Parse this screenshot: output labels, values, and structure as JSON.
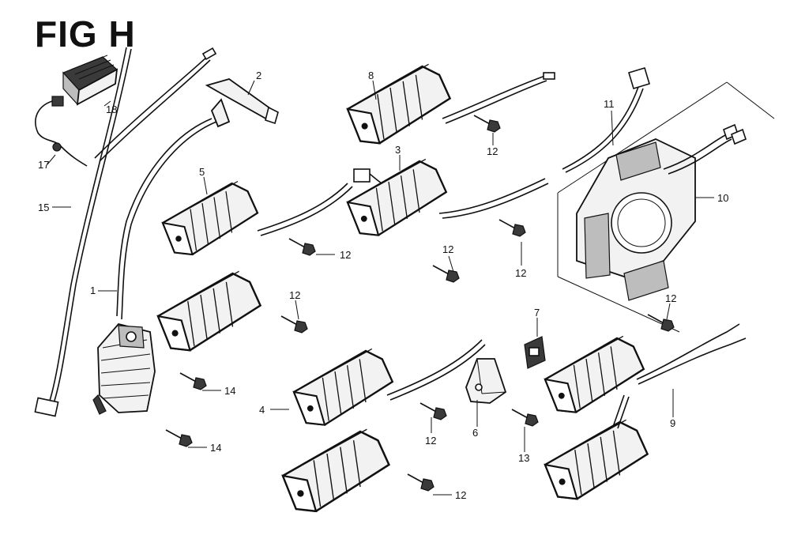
{
  "figure": {
    "title": "FIG H"
  },
  "callouts": {
    "c1": "1",
    "c2": "2",
    "c3": "3",
    "c4": "4",
    "c5": "5",
    "c6": "6",
    "c7": "7",
    "c8": "8",
    "c9": "9",
    "c10": "10",
    "c11": "11",
    "c12a": "12",
    "c12b": "12",
    "c12c": "12",
    "c12d": "12",
    "c12e": "12",
    "c12f": "12",
    "c12g": "12",
    "c12h": "12",
    "c13": "13",
    "c14a": "14",
    "c14b": "14",
    "c15": "15",
    "c17": "17",
    "c18": "18"
  }
}
